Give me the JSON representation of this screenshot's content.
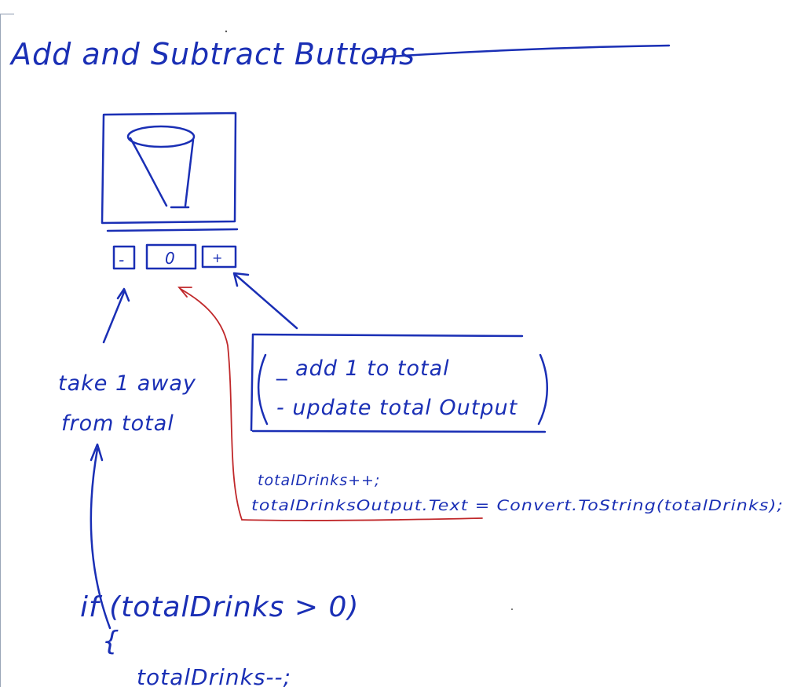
{
  "title": "Add and Subtract Buttons",
  "buttons": {
    "minus_label": "-",
    "display_value": "0",
    "plus_label": "+"
  },
  "annotations": {
    "subtract_note_line1": "take 1 away",
    "subtract_note_line2": "from total",
    "add_note_line1": "_ add 1 to total",
    "add_note_line2": "- update total Output"
  },
  "code_add": {
    "line1": "totalDrinks++;",
    "line2": "totalDrinksOutput.Text = Convert.ToString(totalDrinks);"
  },
  "code_subtract": {
    "line1": "if (totalDrinks > 0)",
    "line2": "{",
    "line3": "totalDrinks--;"
  },
  "colors": {
    "ink": "#1a2fb5",
    "accent": "#c0282a",
    "border": "#9aa6b8"
  }
}
